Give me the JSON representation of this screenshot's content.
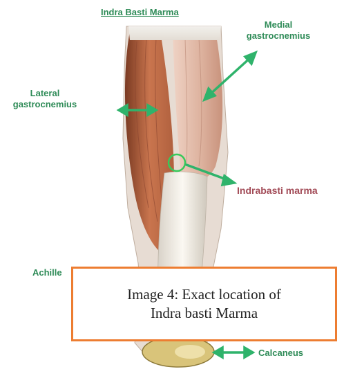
{
  "title": "Indra Basti Marma",
  "labels": {
    "medial": [
      "Medial",
      "gastrocnemius"
    ],
    "lateral": [
      "Lateral",
      "gastrocnemius"
    ],
    "indrabasti": "Indrabasti marma",
    "achilles": "Achille",
    "calcaneus": "Calcaneus"
  },
  "caption": {
    "line1": "Image 4: Exact location of",
    "line2": "Indra basti Marma"
  },
  "colors": {
    "label_green": "#2e8b57",
    "label_maroon": "#a24b57",
    "arrow_green": "#2fb36b",
    "caption_border": "#ed7d31"
  }
}
